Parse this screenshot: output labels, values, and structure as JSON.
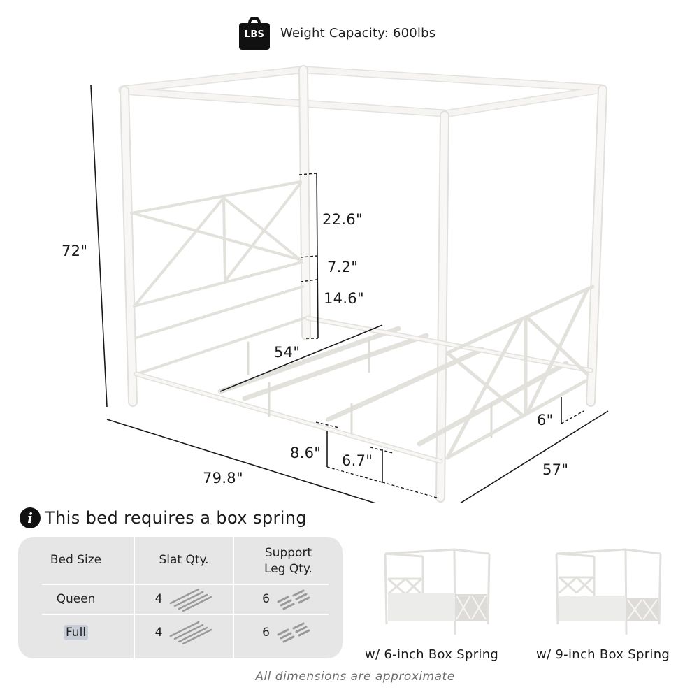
{
  "header": {
    "badge_icon": "weight-bag-icon",
    "badge_text": "LBS",
    "text": "Weight Capacity: 600lbs"
  },
  "dimensions": {
    "overall_height": "72\"",
    "headboard_panel": "22.6\"",
    "headboard_gap": "7.2\"",
    "headboard_lower": "14.6\"",
    "inner_width": "54\"",
    "overall_length": "79.8\"",
    "side_rail_height": "8.6\"",
    "under_bed_clearance": "6.7\"",
    "footboard_clearance": "6\"",
    "overall_width": "57\""
  },
  "notice": {
    "icon": "info-icon",
    "text": "This bed requires a box spring"
  },
  "table": {
    "headers": [
      "Bed Size",
      "Slat Qty.",
      "Support\nLeg Qty."
    ],
    "header_support_line1": "Support",
    "header_support_line2": "Leg Qty.",
    "rows": [
      {
        "size": "Queen",
        "slats": "4",
        "legs": "6"
      },
      {
        "size": "Full",
        "slats": "4",
        "legs": "6",
        "highlighted": true
      }
    ],
    "slat_icon": "slats-icon",
    "leg_icon": "support-legs-icon"
  },
  "variants": [
    {
      "caption": "w/ 6-inch Box Spring",
      "image": "bed-with-6-inch-box-spring"
    },
    {
      "caption": "w/ 9-inch Box Spring",
      "image": "bed-with-9-inch-box-spring"
    }
  ],
  "footer": {
    "note": "All dimensions are approximate"
  },
  "colors": {
    "frame": "#f4f3f0",
    "frame_edge": "#dcdad5",
    "dimension_line": "#1a1a1a",
    "table_bg": "#e6e6e6",
    "highlight": "#c7ccd6",
    "footer_text": "#6e6e6e"
  }
}
